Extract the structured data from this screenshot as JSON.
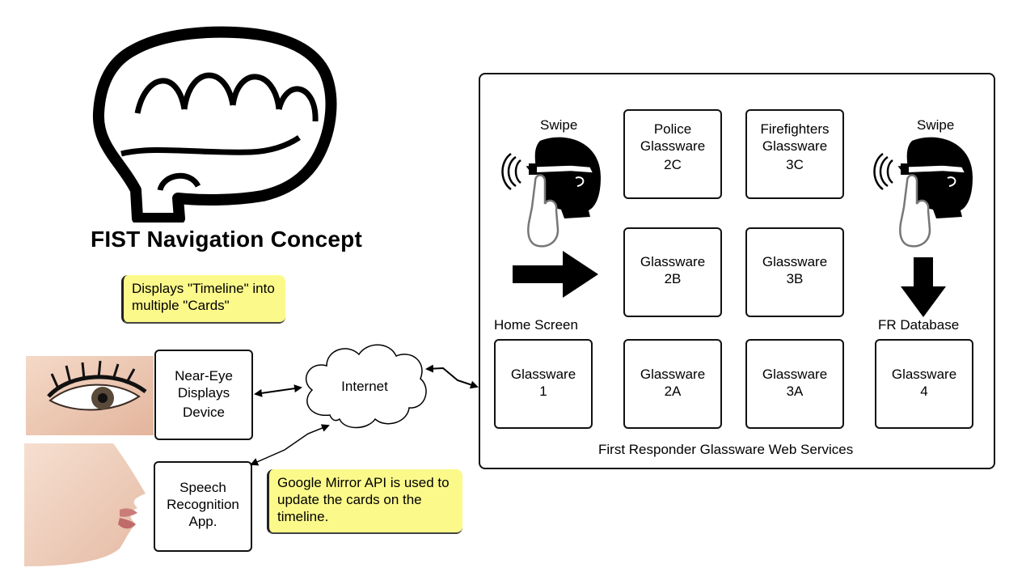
{
  "title": "FIST Navigation Concept",
  "notes": {
    "timeline": "Displays \"Timeline\" into multiple \"Cards\"",
    "mirror_api": "Google Mirror API is used to update the cards on the timeline."
  },
  "devices": {
    "near_eye": [
      "Near-Eye",
      "Displays",
      "Device"
    ],
    "speech": [
      "Speech",
      "Recognition",
      "App."
    ]
  },
  "internet_label": "Internet",
  "panel": {
    "caption": "First Responder Glassware Web Services",
    "swipe_left": "Swipe",
    "swipe_right": "Swipe",
    "home_screen": "Home Screen",
    "fr_database": "FR Database",
    "cards": {
      "g2c": [
        "Police",
        "Glassware",
        "2C"
      ],
      "g3c": [
        "Firefighters",
        "Glassware",
        "3C"
      ],
      "g2b": [
        "Glassware",
        "2B"
      ],
      "g3b": [
        "Glassware",
        "3B"
      ],
      "g1": [
        "Glassware",
        "1"
      ],
      "g2a": [
        "Glassware",
        "2A"
      ],
      "g3a": [
        "Glassware",
        "3A"
      ],
      "g4": [
        "Glassware",
        "4"
      ]
    }
  }
}
